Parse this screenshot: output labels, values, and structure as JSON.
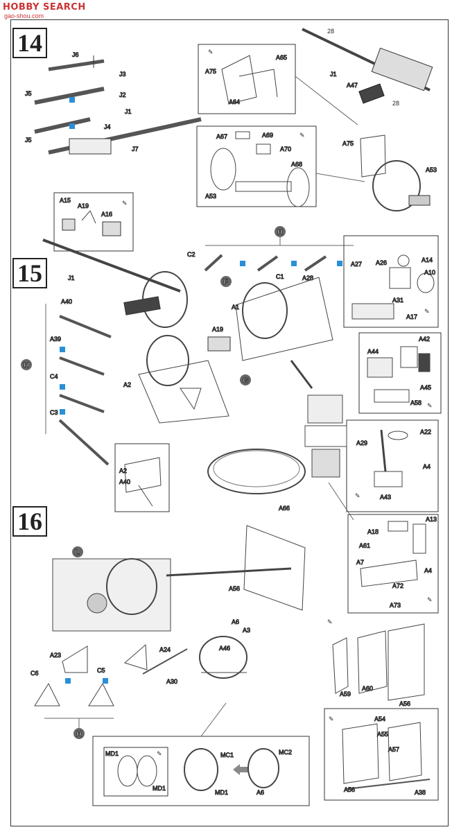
{
  "watermark": {
    "brand": "HOBBY SEARCH",
    "sub": "gao-shou.com"
  },
  "steps": [
    "14",
    "15",
    "16"
  ],
  "step14": {
    "parts_main": [
      "J6",
      "J3",
      "J5",
      "J2",
      "J1",
      "J4",
      "J5",
      "J7"
    ],
    "callout_a": [
      "A65",
      "A75",
      "A64"
    ],
    "callout_b": [
      "A67",
      "A69",
      "A70",
      "A68",
      "A53"
    ],
    "gun": [
      "J1",
      "A47",
      "A75",
      "A53"
    ]
  },
  "step15": {
    "callout_top": [
      "A15",
      "A19",
      "A16"
    ],
    "rods": [
      "C2",
      "C1",
      "A28",
      "A27"
    ],
    "left_parts": [
      "A40",
      "A39",
      "C4",
      "C3"
    ],
    "main_labels": [
      "J1",
      "A1",
      "A19",
      "A2"
    ],
    "sub_callout": [
      "A2",
      "A40"
    ],
    "right_a": [
      "A26",
      "A14",
      "A10",
      "A31",
      "A17"
    ],
    "right_b": [
      "A44",
      "A42",
      "A45",
      "A58"
    ],
    "right_c": [
      "A29",
      "A22",
      "A4",
      "A43"
    ],
    "base": "A66"
  },
  "step16": {
    "callout_right": [
      "A18",
      "A13",
      "A61",
      "A4",
      "A7",
      "A72",
      "A73"
    ],
    "main": [
      "A56",
      "A6",
      "A3",
      "A46",
      "A23",
      "A24",
      "A30",
      "C6",
      "C5"
    ],
    "shields": [
      "A59",
      "A60",
      "A56"
    ],
    "shield_frame": [
      "A54",
      "A55",
      "A57",
      "A56",
      "A38"
    ],
    "bottom": [
      "MD1",
      "MD1",
      "MC1",
      "MD1",
      "MC2",
      "A6"
    ]
  },
  "circle_letters": {
    "h": "H",
    "f": "F",
    "g": "G",
    "l": "L"
  },
  "ref_tag": "28"
}
